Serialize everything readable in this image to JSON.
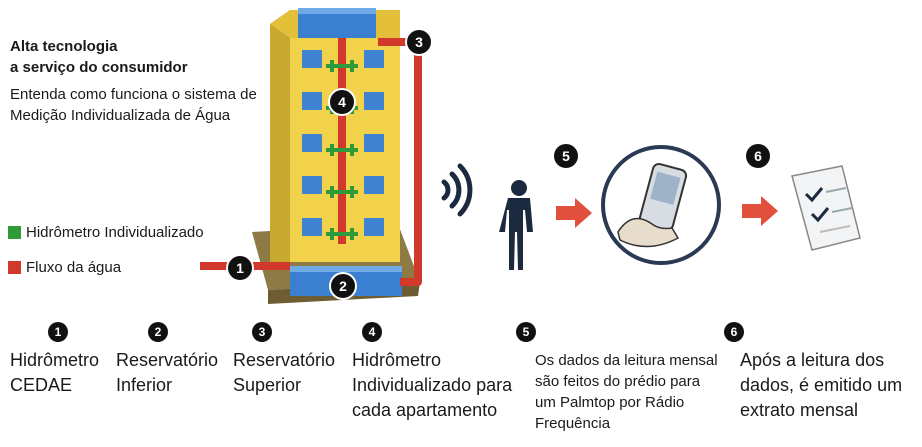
{
  "title": [
    "Alta tecnologia",
    "a serviço do consumidor"
  ],
  "subtitle": "Entenda como funciona o sistema de Medição Individualizada de Água",
  "legend": [
    {
      "label": "Hidrômetro Individualizado",
      "color": "#2e9a3a"
    },
    {
      "label": "Fluxo da água",
      "color": "#d0392b"
    }
  ],
  "colors": {
    "pipe": "#d0392b",
    "meter": "#2e9a3a",
    "arrow": "#e0503c",
    "building": "#f1d24a",
    "tank": "#3a7fd0"
  },
  "icons": [
    "wifi-signal-icon",
    "person-icon",
    "palmtop-icon",
    "document-icon"
  ],
  "steps": [
    {
      "num": "1",
      "label": "Hidrômetro CEDAE"
    },
    {
      "num": "2",
      "label": "Reservatório Inferior"
    },
    {
      "num": "3",
      "label": "Reservatório Superior"
    },
    {
      "num": "4",
      "label": "Hidrômetro Individualizado para cada apartamento"
    },
    {
      "num": "5",
      "label": "Os dados da leitura mensal são feitos do prédio para um Palmtop por Rádio Frequência"
    },
    {
      "num": "6",
      "label": "Após a leitura dos dados, é emitido um extrato mensal"
    }
  ]
}
